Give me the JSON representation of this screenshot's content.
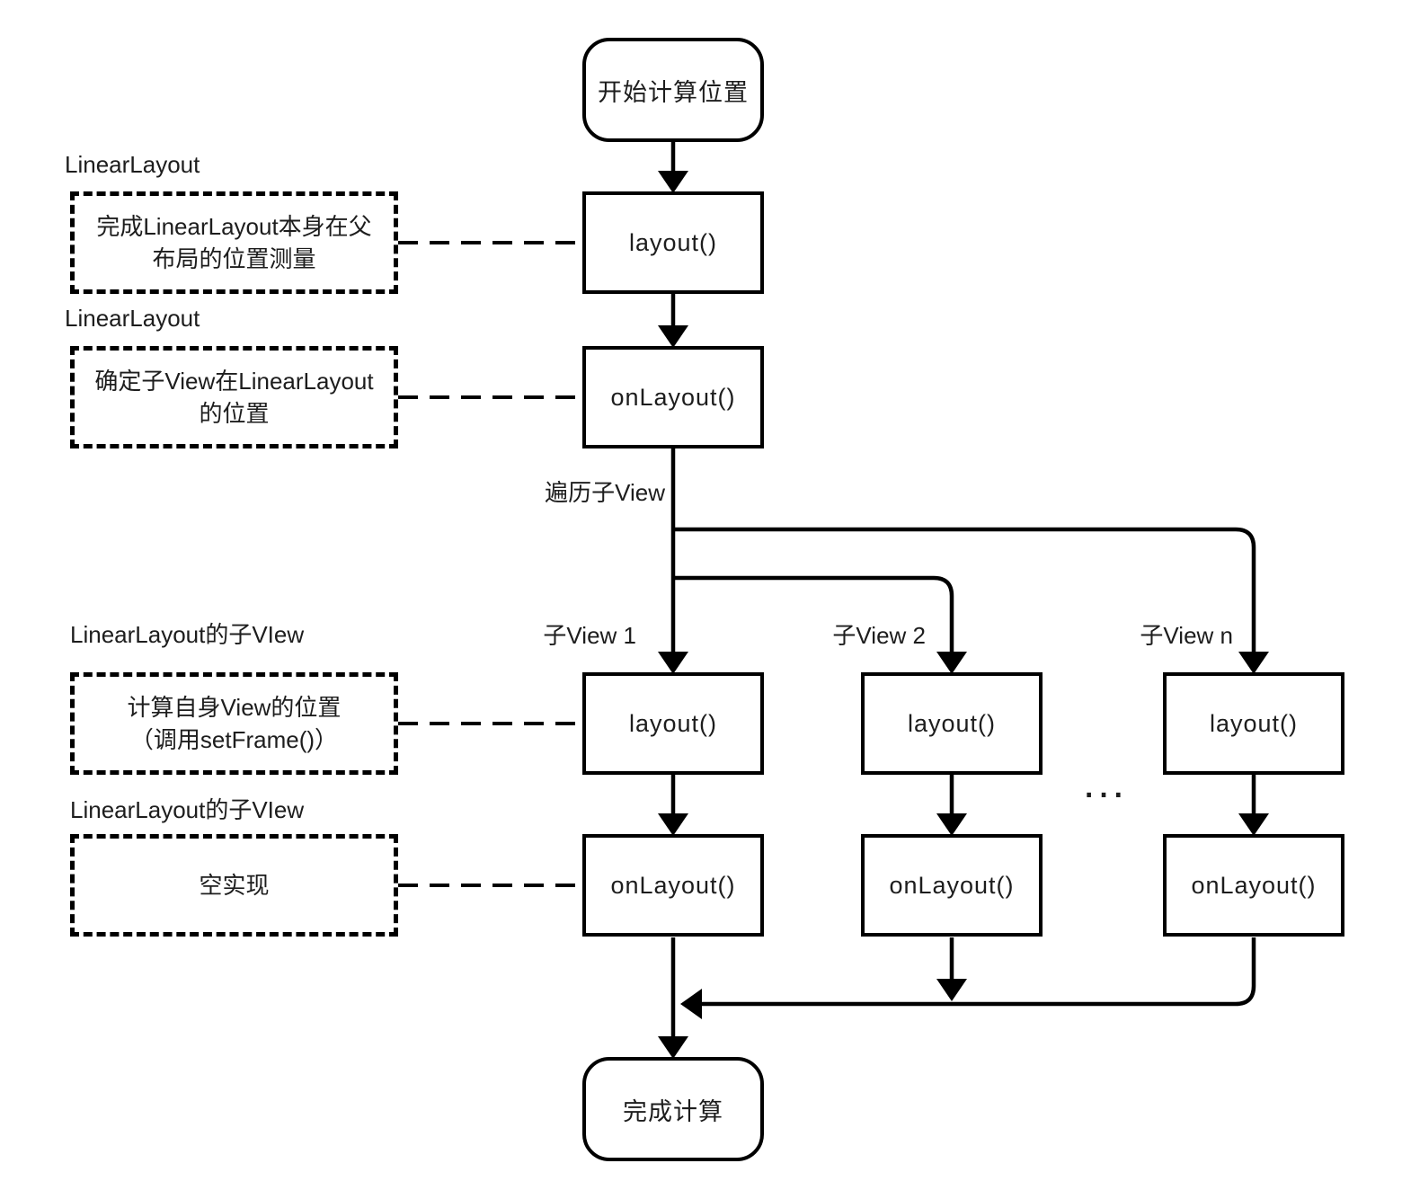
{
  "diagram": {
    "start_node": "开始计算位置",
    "end_node": "完成计算",
    "main_flow": {
      "layout": "layout()",
      "onlayout": "onLayout()"
    },
    "iterate_label": "遍历子View",
    "ellipsis": "...",
    "columns": [
      {
        "label": "子View 1",
        "layout": "layout()",
        "onlayout": "onLayout()"
      },
      {
        "label": "子View 2",
        "layout": "layout()",
        "onlayout": "onLayout()"
      },
      {
        "label": "子View n",
        "layout": "layout()",
        "onlayout": "onLayout()"
      }
    ],
    "annotations": [
      {
        "title": "LinearLayout",
        "text": "完成LinearLayout本身在父\n布局的位置测量"
      },
      {
        "title": "LinearLayout",
        "text": "确定子View在LinearLayout\n的位置"
      },
      {
        "title": "LinearLayout的子VIew",
        "text": "计算自身View的位置\n（调用setFrame()）"
      },
      {
        "title": "LinearLayout的子VIew",
        "text": "空实现"
      }
    ],
    "colors": {
      "stroke": "#000000",
      "text": "#1d1d1d",
      "background": "#ffffff"
    }
  }
}
